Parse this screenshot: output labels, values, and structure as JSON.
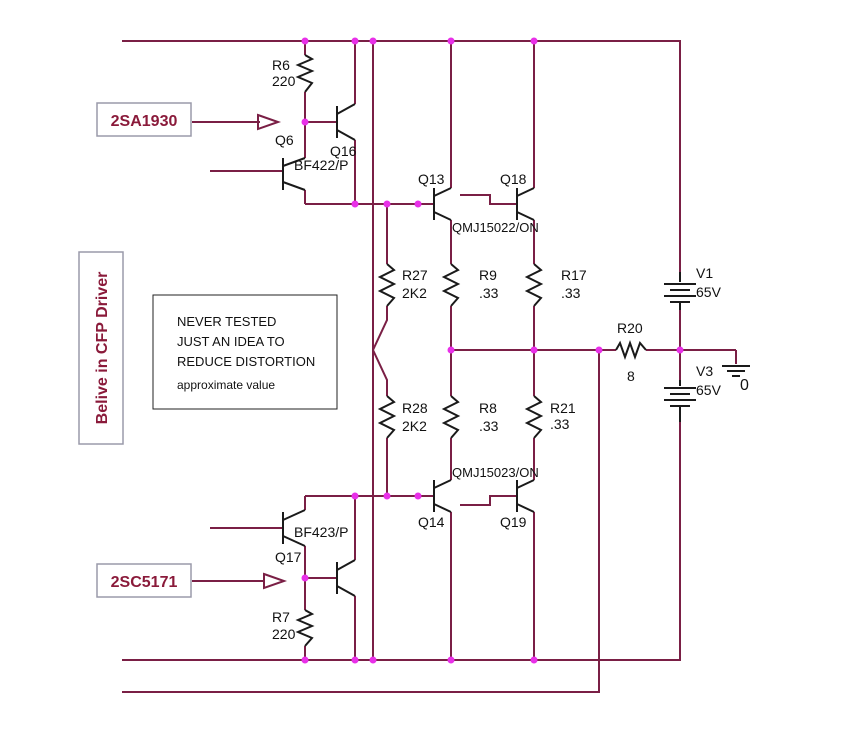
{
  "input_tags": {
    "top": "2SA1930",
    "bottom": "2SC5171"
  },
  "side_label": "Belive in CFP Driver",
  "note": {
    "line1": "NEVER TESTED",
    "line2": "JUST AN IDEA TO",
    "line3": "REDUCE DISTORTION",
    "line4": "approximate value"
  },
  "components": {
    "r6": {
      "name": "R6",
      "value": "220"
    },
    "r7": {
      "name": "R7",
      "value": "220"
    },
    "q6": "Q6",
    "q16": "Q16",
    "q6_part": "BF422/P",
    "q17": "Q17",
    "q17_part": "BF423/P",
    "q13": "Q13",
    "q18": "Q18",
    "q14": "Q14",
    "q19": "Q19",
    "top_output_part": "QMJ15022/ON",
    "bottom_output_part": "QMJ15023/ON",
    "r27": {
      "name": "R27",
      "value": "2K2"
    },
    "r28": {
      "name": "R28",
      "value": "2K2"
    },
    "r9": {
      "name": "R9",
      "value": ".33"
    },
    "r17": {
      "name": "R17",
      "value": ".33"
    },
    "r8": {
      "name": "R8",
      "value": ".33"
    },
    "r21": {
      "name": "R21",
      "value": ".33"
    },
    "r20": {
      "name": "R20",
      "value": "8"
    },
    "v1": {
      "name": "V1",
      "value": "65V"
    },
    "v3": {
      "name": "V3",
      "value": "65V"
    },
    "ground": "0"
  },
  "colors": {
    "wire": "#7a1f45",
    "node": "#e830e8",
    "tag_text": "#8a1a3a",
    "tag_border": "#9a9aaa"
  }
}
